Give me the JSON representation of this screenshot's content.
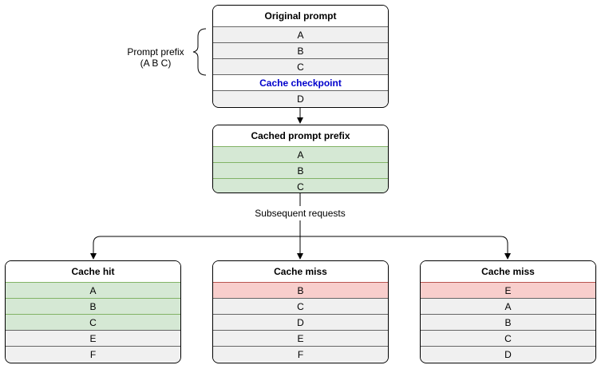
{
  "original": {
    "title": "Original prompt",
    "rows": [
      "A",
      "B",
      "C"
    ],
    "checkpoint": "Cache checkpoint",
    "after": "D"
  },
  "prefix_label": {
    "line1": "Prompt prefix",
    "line2": "(A B C)"
  },
  "cached": {
    "title": "Cached prompt prefix",
    "rows": [
      "A",
      "B",
      "C"
    ]
  },
  "subsequent_label": "Subsequent requests",
  "hit": {
    "title": "Cache hit",
    "rows": [
      "A",
      "B",
      "C",
      "E",
      "F"
    ]
  },
  "miss1": {
    "title": "Cache miss",
    "rows": [
      "B",
      "C",
      "D",
      "E",
      "F"
    ]
  },
  "miss2": {
    "title": "Cache miss",
    "rows": [
      "E",
      "A",
      "B",
      "C",
      "D"
    ]
  },
  "colors": {
    "cached_fill": "#d5e8d4",
    "miss_fill": "#f8cecc",
    "row_fill": "#f0f0f0",
    "checkpoint_text": "#0000cc"
  }
}
